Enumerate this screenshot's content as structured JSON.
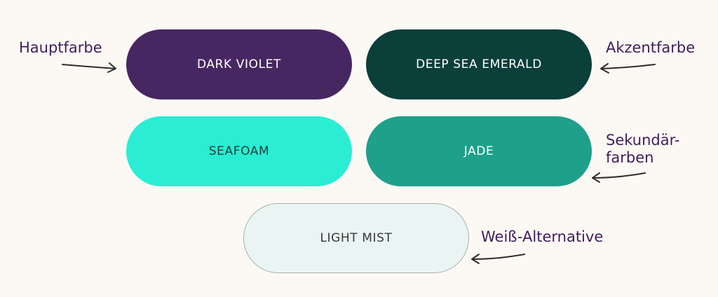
{
  "colors": {
    "background": "#fcf9f5",
    "annotation_text": "#3f1d5a",
    "arrow_stroke": "#2e2e2e"
  },
  "swatches": [
    {
      "label": "DARK VIOLET",
      "fill": "#472761",
      "text_color": "#ffffff"
    },
    {
      "label": "DEEP SEA EMERALD",
      "fill": "#0b3f3a",
      "text_color": "#ffffff"
    },
    {
      "label": "SEAFOAM",
      "fill": "#2aedd3",
      "text_color": "#1f3f3a"
    },
    {
      "label": "JADE",
      "fill": "#1ea08a",
      "text_color": "#ffffff"
    },
    {
      "label": "LIGHT MIST",
      "fill": "#eaf4f2",
      "text_color": "#333b3a"
    }
  ],
  "annotations": {
    "hauptfarbe": "Hauptfarbe",
    "akzentfarbe": "Akzentfarbe",
    "sekundaer_line1": "Sekundär-",
    "sekundaer_line2": "farben",
    "weiss_alternative": "Weiß-Alternative"
  },
  "icons": [
    "hand-drawn-arrow-icon"
  ]
}
